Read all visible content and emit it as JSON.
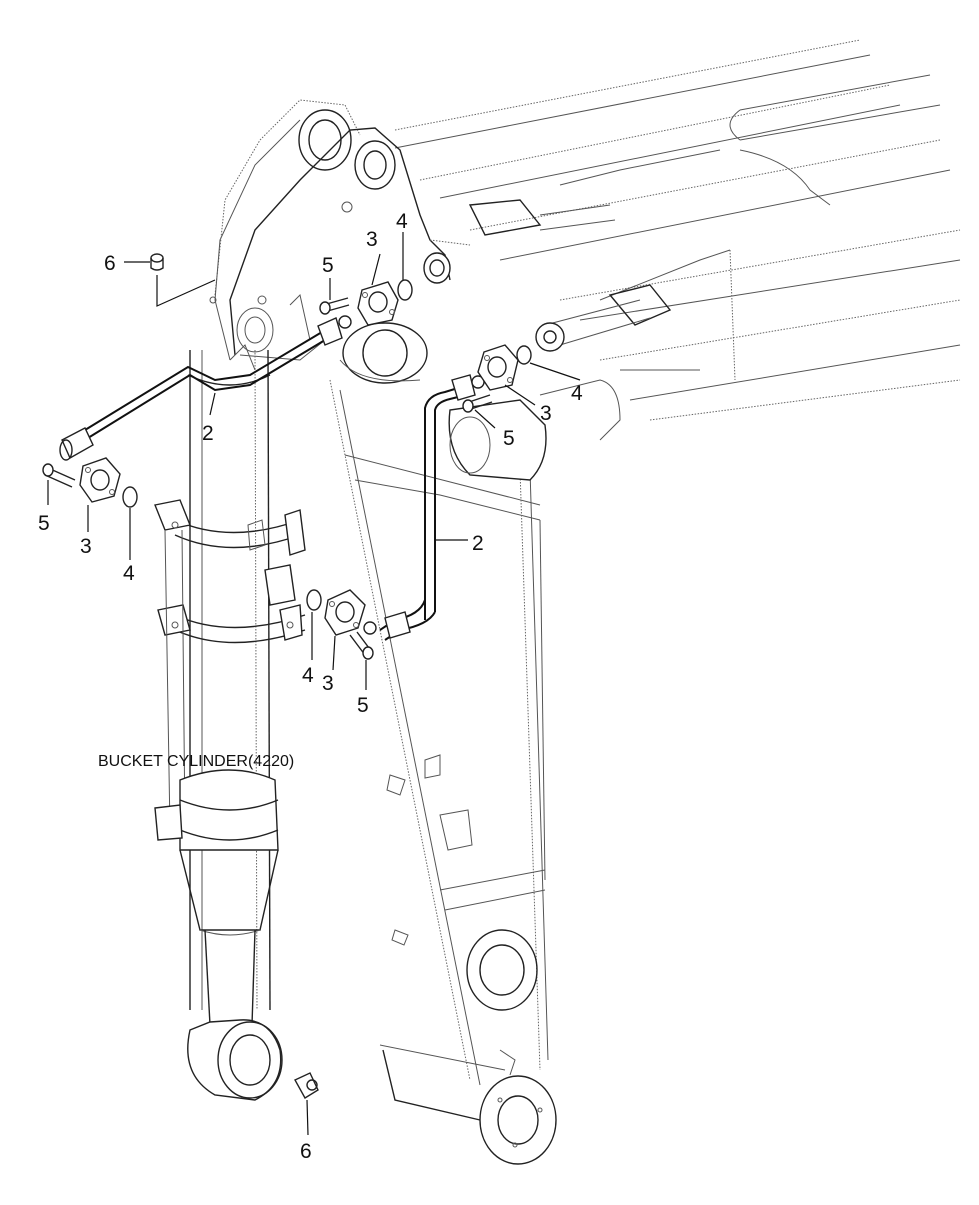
{
  "caption": "BUCKET CYLINDER(4220)",
  "labels": {
    "l6a": "6",
    "l2a": "2",
    "l5a": "5",
    "l3a": "3",
    "l4a": "4",
    "l5b": "5",
    "l3b": "3",
    "l4b": "4",
    "l3c": "3",
    "l4c": "4",
    "l5c": "5",
    "l2b": "2",
    "l4d": "4",
    "l3d": "3",
    "l5d": "5",
    "l6b": "6"
  }
}
